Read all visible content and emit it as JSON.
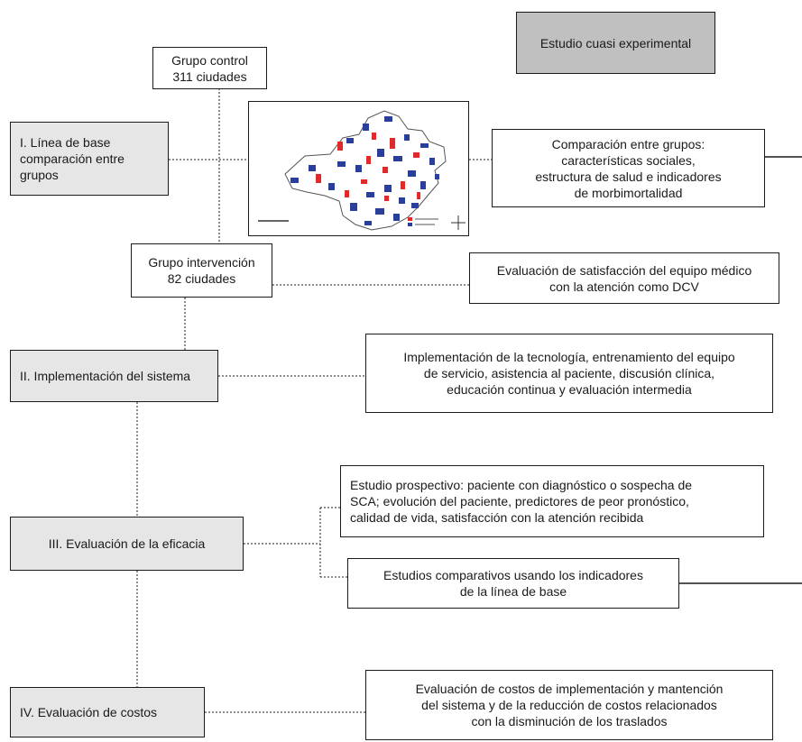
{
  "header": {
    "study_type": "Estudio cuasi experimental"
  },
  "groups": {
    "control": "Grupo control\n311 ciudades",
    "intervention": "Grupo intervención\n82 ciudades"
  },
  "phases": [
    {
      "label": "I. Línea de base\ncomparación entre\ngrupos"
    },
    {
      "label": "II. Implementación del sistema"
    },
    {
      "label": "III. Evaluación de la eficacia"
    },
    {
      "label": "IV. Evaluación de costos"
    }
  ],
  "details": {
    "baseline_comparison": "Comparación entre grupos:\ncaracterísticas sociales,\nestructura de salud e indicadores\nde morbimortalidad",
    "satisfaction": "Evaluación de satisfacción del equipo médico\ncon la atención como DCV",
    "implementation": "Implementación de la tecnología, entrenamiento del equipo\nde servicio, asistencia al paciente, discusión clínica,\neducación continua y evaluación intermedia",
    "prospective": "Estudio prospectivo: paciente con diagnóstico o sospecha de\nSCA; evolución del paciente, predictores de peor pronóstico,\ncalidad de vida, satisfacción con la atención recibida",
    "comparative": "Estudios comparativos usando los indicadores\nde la línea de base",
    "costs": "Evaluación de costos de implementación y mantención\ndel sistema y de la reducción de costos relacionados\ncon la disminución de los traslados"
  },
  "map": {
    "region_color": "#ffffff",
    "control_color": "#2a3f9a",
    "intervention_color": "#e02a2a"
  }
}
